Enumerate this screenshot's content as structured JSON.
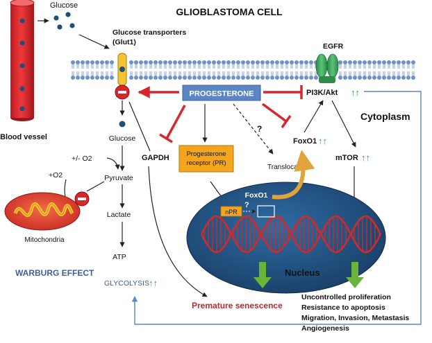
{
  "title": "GLIOBLASTOMA CELL",
  "labels": {
    "glucose_top": "Glucose",
    "glucose_transporters": "Glucose transporters",
    "glut1": "(Glut1)",
    "egfr": "EGFR",
    "progesterone": "PROGESTERONE",
    "pi3k_akt": "PI3K/Akt",
    "cytoplasm": "Cytoplasm",
    "blood_vessel": "Blood vessel",
    "glucose_mid": "Glucose",
    "o2_plus_minus": "+/- O2",
    "o2_plus": "+O2",
    "gapdh": "GAPDH",
    "pr_line1": "Progesterone",
    "pr_line2": "receptor (PR)",
    "question1": "?",
    "question2": "?",
    "translocation": "Translocation",
    "foxo1_cyto": "FoxO1",
    "mtor": "mTOR",
    "pyruvate": "Pyruvate",
    "mitochondria": "Mitochondria",
    "lactate": "Lactate",
    "atp": "ATP",
    "warburg": "WARBURG EFFECT",
    "glycolysis": "GLYCOLYSIS",
    "foxo1_nucleus": "FoxO1",
    "npr": "nPR",
    "nucleus": "Nucleus",
    "premature_senescence": "Premature senescence",
    "outcomes": [
      "Uncontrolled proliferation",
      "Resistance to apoptosis",
      "Migration, Invasion, Metastasis",
      "Angiogenesis"
    ],
    "up_arrows": "↑↑"
  },
  "colors": {
    "blood_red": "#e5262b",
    "inhibit_red": "#d9262c",
    "progesterone_fill": "#5b86c4",
    "membrane_blue": "#6f8fc7",
    "nucleus_fill": "#1f4e79",
    "pr_fill": "#f3a51d",
    "glut_yellow": "#f4c531",
    "egfr_green": "#3aa35c",
    "up_green": "#2aa94a",
    "warburg_blue": "#3f5e9c",
    "senescence_red": "#c0262c",
    "feedback_blue": "#5b86c4",
    "outcome_arrow_green": "#6bb43a",
    "dna_red": "#d12a2a",
    "mito_red": "#e03b2d"
  }
}
